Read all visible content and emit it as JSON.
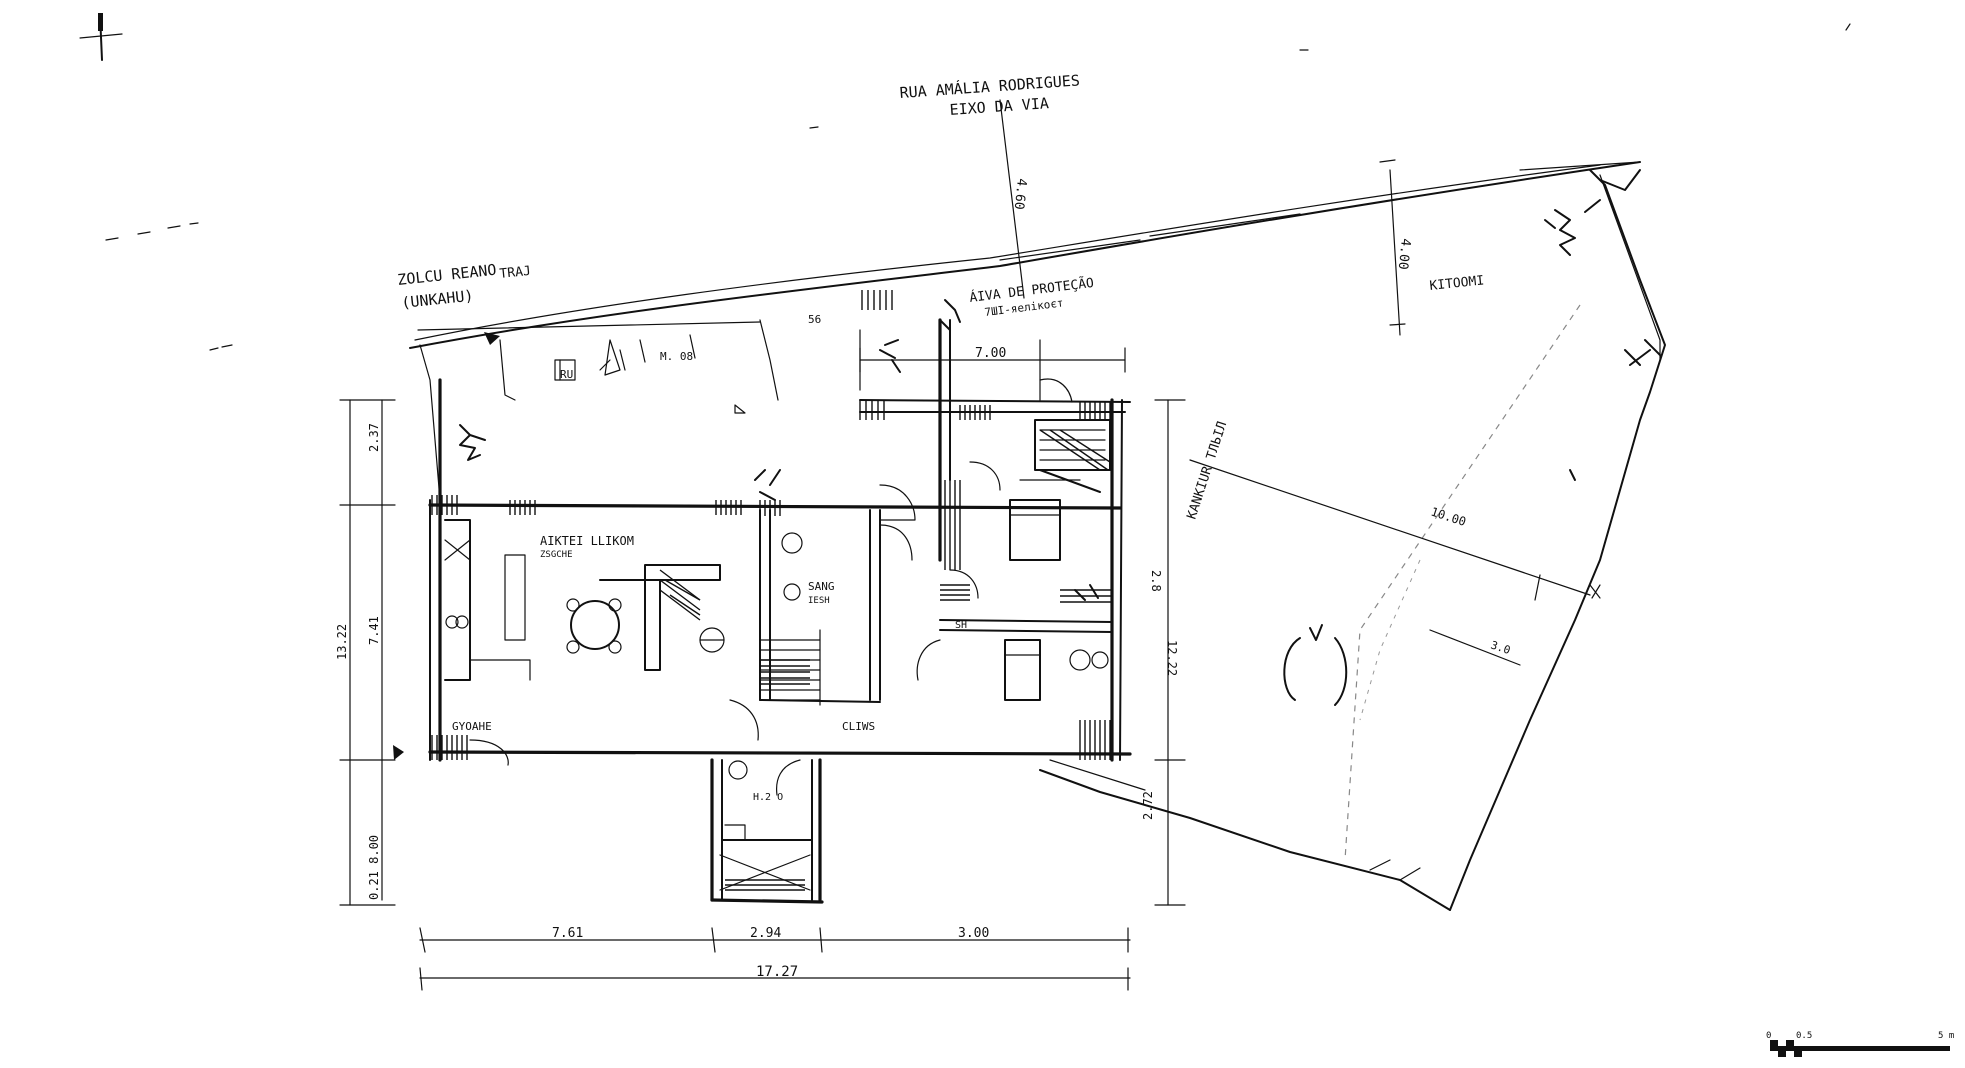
{
  "street": {
    "name": "RUA AMÁLIA RODRIGUES",
    "axis": "EIXO DA VIA",
    "setback": "4.60",
    "setback_right": "4.00",
    "neighbor_right": "KITOOMI"
  },
  "neighbor_left": {
    "line1": "ZOLCU REANO",
    "line2": "TRAJ",
    "line3": "(UNKAHU)"
  },
  "protection_zone": {
    "line1": "ÁIVA DE PROTEÇÃO",
    "line2": "7ШІ-яелікоєт"
  },
  "rooms": {
    "living": "AIKTEI LLIKOM",
    "living_sub": "ZSGCHE",
    "sang": "SANG",
    "sang_sub": "IESH",
    "entrance": "CLIWS",
    "garage": "GYOAHE",
    "bath": "SH",
    "wc": "H.2 O",
    "terrace": "RU",
    "terrace_sub": "M. 08",
    "garden": "KANKIUR ТЛЬІЛ"
  },
  "dimensions": {
    "top_7_00": "7.00",
    "top_5_6": "56",
    "left_2_37": "2.37",
    "left_7_41": "7.41",
    "left_total": "13.22",
    "left_bottom": "0.21 8.00",
    "right_2_8": "2.8",
    "right_12_22": "12.22",
    "right_2_72": "2.72",
    "bottom_7_61": "7.61",
    "bottom_2_94": "2.94",
    "bottom_3_00": "3.00",
    "bottom_total": "17.27",
    "garden_10_00": "10.00",
    "garden_3_0": "3.0"
  },
  "scale_bar": {
    "zero": "0",
    "half": "0.5",
    "end": "5 m"
  }
}
